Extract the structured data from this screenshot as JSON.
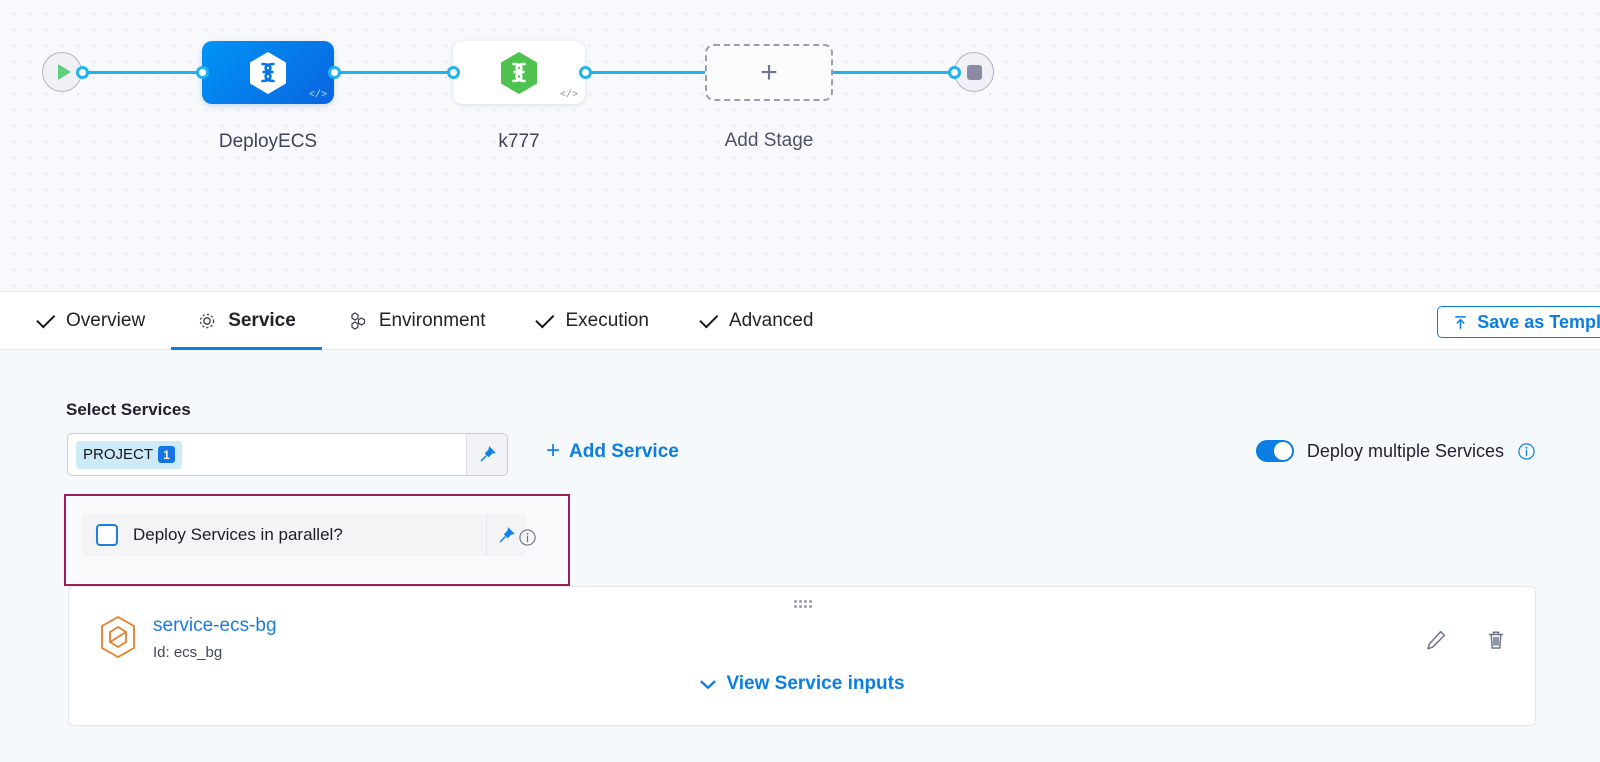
{
  "pipeline": {
    "start_node": {
      "icon": "play-icon",
      "name": "pipeline-start"
    },
    "end_node": {
      "icon": "stop-icon",
      "name": "pipeline-end"
    },
    "stages": [
      {
        "label": "DeployECS",
        "icon": "harness-hexagon-icon",
        "badge": "</>",
        "selected": true
      },
      {
        "label": "k777",
        "icon": "harness-hexagon-icon",
        "badge": "</>",
        "selected": false
      }
    ],
    "add_stage": {
      "label": "Add Stage",
      "icon": "plus-icon",
      "symbol": "+"
    }
  },
  "tabs": [
    {
      "label": "Overview",
      "icon": "check-icon",
      "active": false
    },
    {
      "label": "Service",
      "icon": "gear-icon",
      "active": true
    },
    {
      "label": "Environment",
      "icon": "infrastructure-icon",
      "active": false
    },
    {
      "label": "Execution",
      "icon": "check-icon",
      "active": false
    },
    {
      "label": "Advanced",
      "icon": "check-icon",
      "active": false
    }
  ],
  "toolbar": {
    "save_label": "Save as Template",
    "save_icon": "export-icon"
  },
  "service_section": {
    "title": "Select Services",
    "selected_tag": {
      "label": "PROJECT",
      "count": "1"
    },
    "pin_icon": "pin-icon",
    "add_service_label": "Add Service",
    "add_service_icon": "plus-icon",
    "multiple_toggle": {
      "label": "Deploy multiple Services",
      "enabled": true,
      "info_icon": "info-icon"
    },
    "parallel": {
      "label": "Deploy Services in parallel?",
      "checked": false,
      "pin_icon": "pin-icon",
      "info_icon": "info-icon",
      "highlight_color": "#9b1e58"
    }
  },
  "service_card": {
    "icon": "service-hexagon-icon",
    "name": "service-ecs-bg",
    "id_text": "Id: ecs_bg",
    "view_inputs_label": "View Service inputs",
    "view_inputs_icon": "chevron-down-icon",
    "edit_icon": "pencil-icon",
    "delete_icon": "trash-icon",
    "drag_icon": "drag-handle-icon"
  },
  "colors": {
    "accent_blue": "#0b7ee4",
    "connector_blue": "#21b2f0",
    "stage_selected": "#0a64e0",
    "stage_green": "#4ec24e",
    "highlight_magenta": "#9b1e58",
    "service_orange": "#e8802a"
  }
}
